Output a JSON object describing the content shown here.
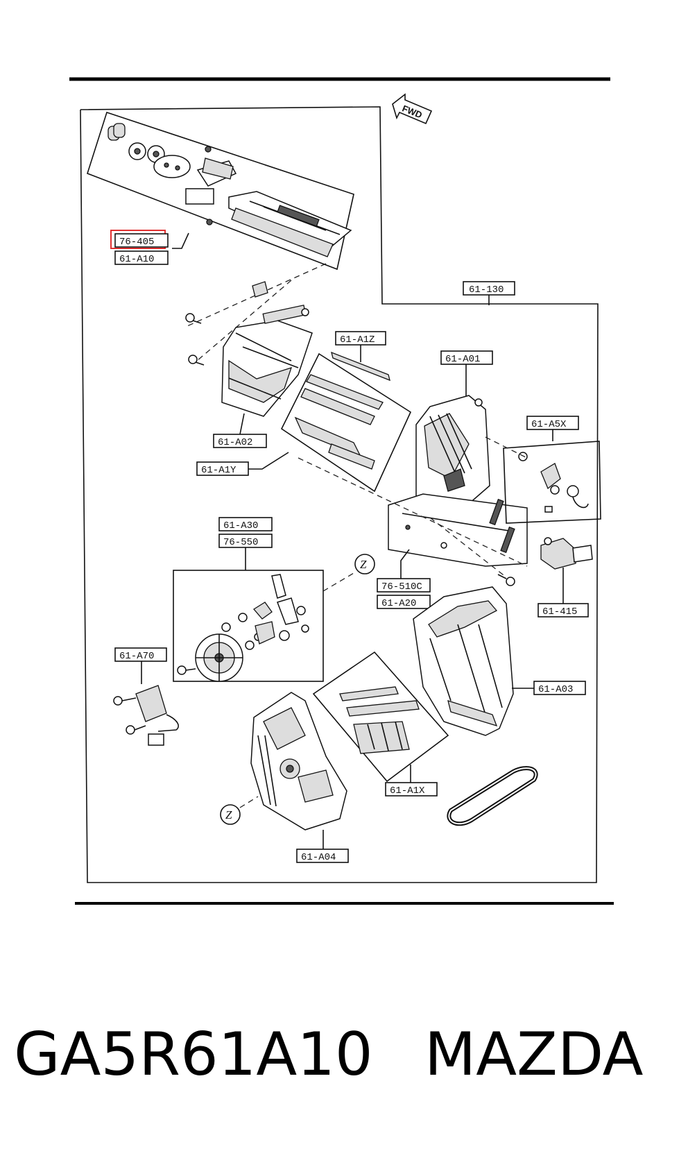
{
  "diagram": {
    "fwd_label": "FWD",
    "highlight_color": "#e03030",
    "labels": {
      "p76_405": "76-405",
      "p61_A10": "61-A10",
      "p61_130": "61-130",
      "p61_A1Z": "61-A1Z",
      "p61_A01": "61-A01",
      "p61_A5X": "61-A5X",
      "p61_A02": "61-A02",
      "p61_A1Y": "61-A1Y",
      "p61_A30": "61-A30",
      "p76_550": "76-550",
      "p76_510C": "76-510C",
      "p61_A20": "61-A20",
      "p61_415": "61-415",
      "p61_A70": "61-A70",
      "p61_A03": "61-A03",
      "p61_A1X": "61-A1X",
      "p61_A04": "61-A04"
    },
    "ref_marker": "Z"
  },
  "caption": {
    "part_number": "GA5R61A10",
    "brand": "MAZDA"
  }
}
